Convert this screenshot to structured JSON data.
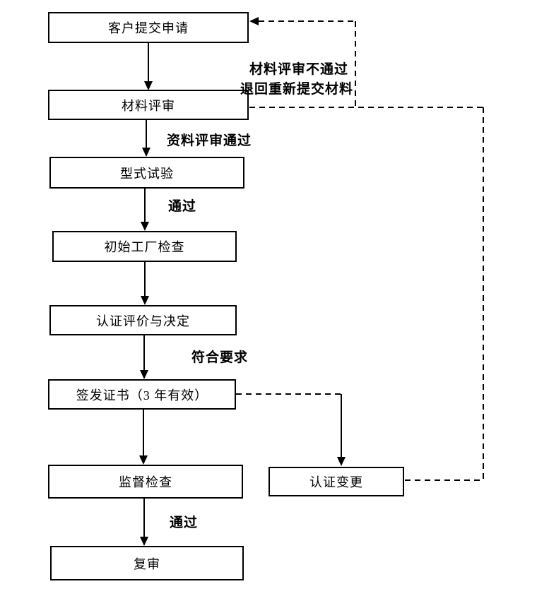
{
  "diagram": {
    "title": "certification-process-flowchart",
    "nodes": {
      "apply": "客户提交申请",
      "material_review": "材料评审",
      "type_test": "型式试验",
      "factory_inspection": "初始工厂检查",
      "evaluation": "认证评价与决定",
      "certificate": "签发证书（3 年有效）",
      "supervision": "监督检查",
      "recheck": "复审",
      "change": "认证变更"
    },
    "edge_labels": {
      "fail_line1": "材料评审不通过",
      "fail_line2": "退回重新提交材料",
      "review_pass": "资料评审通过",
      "test_pass": "通过",
      "meet_requirements": "符合要求",
      "supervision_pass": "通过"
    },
    "colors": {
      "line": "#000000",
      "background": "#ffffff",
      "text": "#000000"
    }
  }
}
